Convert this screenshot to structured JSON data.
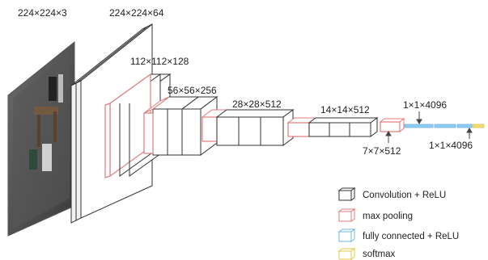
{
  "diagram": {
    "dimension_labels": [
      "224×224×3",
      "224×224×64",
      "112×112×128",
      "56×56×256",
      "28×28×512",
      "14×14×512",
      "7×7×512",
      "1×1×4096",
      "1×1×4096"
    ],
    "legend": [
      {
        "label": "Convolution + ReLU",
        "color": "#333333"
      },
      {
        "label": "max pooling",
        "color": "#e07c7c"
      },
      {
        "label": "fully connected + ReLU",
        "color": "#6fb8e6"
      },
      {
        "label": "softmax",
        "color": "#f0d060"
      }
    ],
    "colors": {
      "conv_edge": "#333333",
      "pool_edge": "#e07c7c",
      "fc_fill": "#8fcbf0",
      "softmax_fill": "#f3dc78"
    }
  }
}
